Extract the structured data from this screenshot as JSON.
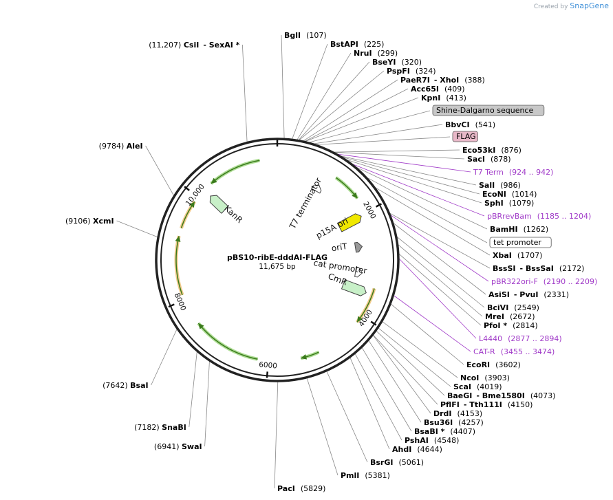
{
  "branding": {
    "created_by": "Created by",
    "brand": "SnapGene"
  },
  "plasmid": {
    "name": "pBS10-ribE-dddAI-FLAG",
    "length_label": "11,675 bp",
    "total_bp": 11675
  },
  "colors": {
    "enzyme": "#000000",
    "primer": "#a03ac8",
    "feature_line": "#7a7a7a",
    "backbone": "#222222"
  },
  "ticks": [
    {
      "bp": 2000,
      "label": "2000"
    },
    {
      "bp": 4000,
      "label": "4000"
    },
    {
      "bp": 6000,
      "label": "6000"
    },
    {
      "bp": 8000,
      "label": "8000"
    },
    {
      "bp": 10000,
      "label": "10,000"
    }
  ],
  "right_labels": [
    {
      "kind": "enzyme",
      "name": "BglI",
      "pos": "(107)",
      "bp": 107
    },
    {
      "kind": "enzyme",
      "name": "BstAPI",
      "pos": "(225)",
      "bp": 225
    },
    {
      "kind": "enzyme",
      "name": "NruI",
      "pos": "(299)",
      "bp": 299
    },
    {
      "kind": "enzyme",
      "name": "BseYI",
      "pos": "(320)",
      "bp": 320
    },
    {
      "kind": "enzyme",
      "name": "PspFI",
      "pos": "(324)",
      "bp": 324
    },
    {
      "kind": "enzyme",
      "name": "PaeR7I",
      "name2": "- XhoI",
      "pos": "(388)",
      "bp": 388
    },
    {
      "kind": "enzyme",
      "name": "Acc65I",
      "pos": "(409)",
      "bp": 409
    },
    {
      "kind": "enzyme",
      "name": "KpnI",
      "pos": "(413)",
      "bp": 413
    },
    {
      "kind": "feature",
      "name": "Shine-Dalgarno sequence",
      "fill": "#c8c8c8",
      "bp": 470
    },
    {
      "kind": "enzyme",
      "name": "BbvCI",
      "pos": "(541)",
      "bp": 541
    },
    {
      "kind": "feature",
      "name": "FLAG",
      "fill": "#e8b8c8",
      "bp": 580
    },
    {
      "kind": "enzyme",
      "name": "Eco53kI",
      "pos": "(876)",
      "bp": 876
    },
    {
      "kind": "enzyme",
      "name": "SacI",
      "pos": "(878)",
      "bp": 878
    },
    {
      "kind": "primer",
      "name": "T7 Term",
      "pos": "(924 .. 942)",
      "bp": 933
    },
    {
      "kind": "enzyme",
      "name": "SalI",
      "pos": "(986)",
      "bp": 986
    },
    {
      "kind": "enzyme",
      "name": "EcoNI",
      "pos": "(1014)",
      "bp": 1014
    },
    {
      "kind": "enzyme",
      "name": "SphI",
      "pos": "(1079)",
      "bp": 1079
    },
    {
      "kind": "primer",
      "name": "pBRrevBam",
      "pos": "(1185 .. 1204)",
      "bp": 1195
    },
    {
      "kind": "enzyme",
      "name": "BamHI",
      "pos": "(1262)",
      "bp": 1262
    },
    {
      "kind": "feature",
      "name": "tet promoter",
      "fill": "#ffffff",
      "bp": 1500
    },
    {
      "kind": "enzyme",
      "name": "XbaI",
      "pos": "(1707)",
      "bp": 1707
    },
    {
      "kind": "enzyme",
      "name": "BssSI",
      "name2": "- BssSaI",
      "pos": "(2172)",
      "bp": 2172
    },
    {
      "kind": "primer",
      "name": "pBR322ori-F",
      "pos": "(2190 .. 2209)",
      "bp": 2200
    },
    {
      "kind": "enzyme",
      "name": "AsiSI",
      "name2": "- PvuI",
      "pos": "(2331)",
      "bp": 2331
    },
    {
      "kind": "enzyme",
      "name": "BciVI",
      "pos": "(2549)",
      "bp": 2549
    },
    {
      "kind": "enzyme",
      "name": "MreI",
      "pos": "(2672)",
      "bp": 2672
    },
    {
      "kind": "enzyme",
      "name": "PfoI *",
      "pos": "(2814)",
      "bp": 2814
    },
    {
      "kind": "primer",
      "name": "L4440",
      "pos": "(2877 .. 2894)",
      "bp": 2886
    },
    {
      "kind": "primer",
      "name": "CAT-R",
      "pos": "(3455 .. 3474)",
      "bp": 3465
    },
    {
      "kind": "enzyme",
      "name": "EcoRI",
      "pos": "(3602)",
      "bp": 3602
    },
    {
      "kind": "enzyme",
      "name": "NcoI",
      "pos": "(3903)",
      "bp": 3903
    },
    {
      "kind": "enzyme",
      "name": "ScaI",
      "pos": "(4019)",
      "bp": 4019
    },
    {
      "kind": "enzyme",
      "name": "BaeGI",
      "name2": "- Bme1580I",
      "pos": "(4073)",
      "bp": 4073
    },
    {
      "kind": "enzyme",
      "name": "PflFI",
      "name2": "- Tth111I",
      "pos": "(4150)",
      "bp": 4150
    },
    {
      "kind": "enzyme",
      "name": "DrdI",
      "pos": "(4153)",
      "bp": 4153
    },
    {
      "kind": "enzyme",
      "name": "Bsu36I",
      "pos": "(4257)",
      "bp": 4257
    },
    {
      "kind": "enzyme",
      "name": "BsaBI *",
      "pos": "(4407)",
      "bp": 4407
    },
    {
      "kind": "enzyme",
      "name": "PshAI",
      "pos": "(4548)",
      "bp": 4548
    },
    {
      "kind": "enzyme",
      "name": "AhdI",
      "pos": "(4644)",
      "bp": 4644
    },
    {
      "kind": "enzyme",
      "name": "BsrGI",
      "pos": "(5061)",
      "bp": 5061
    },
    {
      "kind": "enzyme",
      "name": "PmlI",
      "pos": "(5381)",
      "bp": 5381
    },
    {
      "kind": "enzyme",
      "name": "PacI",
      "pos": "(5829)",
      "bp": 5829
    }
  ],
  "left_labels": [
    {
      "kind": "enzyme",
      "name": "CsiI",
      "name2": "- SexAI *",
      "pos": "(11,207)",
      "bp": 11207
    },
    {
      "kind": "enzyme",
      "name": "AleI",
      "pos": "(9784)",
      "bp": 9784
    },
    {
      "kind": "enzyme",
      "name": "XcmI",
      "pos": "(9106)",
      "bp": 9106
    },
    {
      "kind": "enzyme",
      "name": "BsaI",
      "pos": "(7642)",
      "bp": 7642
    },
    {
      "kind": "enzyme",
      "name": "SnaBI",
      "pos": "(7182)",
      "bp": 7182
    },
    {
      "kind": "enzyme",
      "name": "SwaI",
      "pos": "(6941)",
      "bp": 6941
    }
  ],
  "features_inner": [
    {
      "name": "T7 terminator",
      "start": 880,
      "end": 1000
    },
    {
      "name": "p15A ori",
      "start": 1750,
      "end": 2300
    },
    {
      "name": "oriT",
      "start": 2550,
      "end": 2700
    },
    {
      "name": "cat promoter",
      "start": 3150,
      "end": 3250
    },
    {
      "name": "CmR",
      "start": 3300,
      "end": 3850
    },
    {
      "name": "KanR",
      "start": 9950,
      "end": 10400
    }
  ],
  "orfs": [
    {
      "start": 11350,
      "end": 10350,
      "color": "#6abf3a"
    },
    {
      "start": 1150,
      "end": 1700,
      "color": "#6abf3a"
    },
    {
      "start": 3450,
      "end": 4150,
      "color": "#e8a030"
    },
    {
      "start": 5050,
      "end": 5400,
      "color": "#6abf3a"
    },
    {
      "start": 6200,
      "end": 7500,
      "color": "#6abf3a"
    },
    {
      "start": 8100,
      "end": 9200,
      "color": "#e8a030"
    },
    {
      "start": 9350,
      "end": 9900,
      "color": "#e8a030"
    }
  ]
}
